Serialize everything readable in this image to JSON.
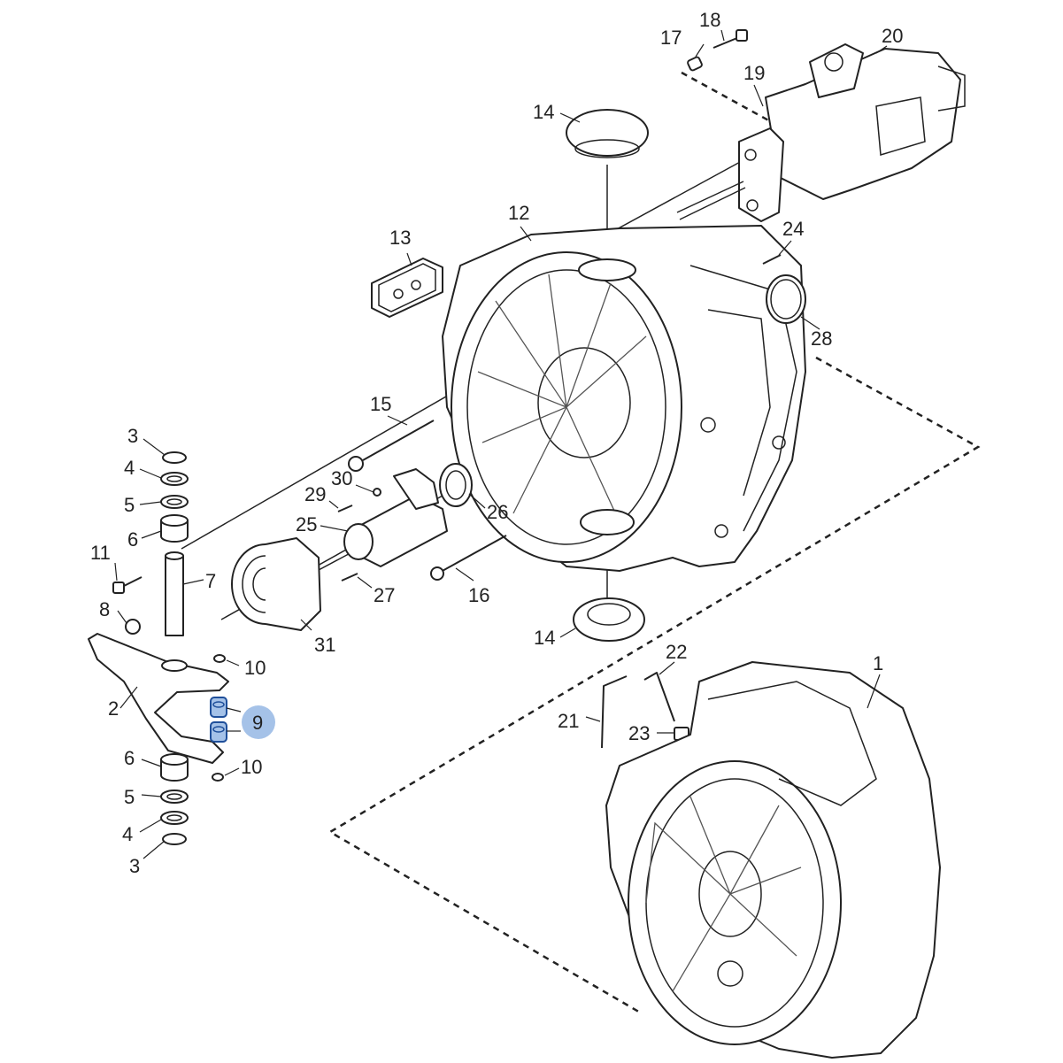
{
  "diagram": {
    "highlight_color": "#5b8fd6",
    "labels": {
      "l1": "1",
      "l2": "2",
      "l3a": "3",
      "l3b": "3",
      "l4a": "4",
      "l4b": "4",
      "l5a": "5",
      "l5b": "5",
      "l6a": "6",
      "l6b": "6",
      "l7": "7",
      "l8": "8",
      "l9": "9",
      "l10a": "10",
      "l10b": "10",
      "l11": "11",
      "l12": "12",
      "l13": "13",
      "l14a": "14",
      "l14b": "14",
      "l15": "15",
      "l16": "16",
      "l17": "17",
      "l18": "18",
      "l19": "19",
      "l20": "20",
      "l21": "21",
      "l22": "22",
      "l23": "23",
      "l24": "24",
      "l25": "25",
      "l26": "26",
      "l27": "27",
      "l28": "28",
      "l29": "29",
      "l30": "30",
      "l31": "31"
    }
  }
}
